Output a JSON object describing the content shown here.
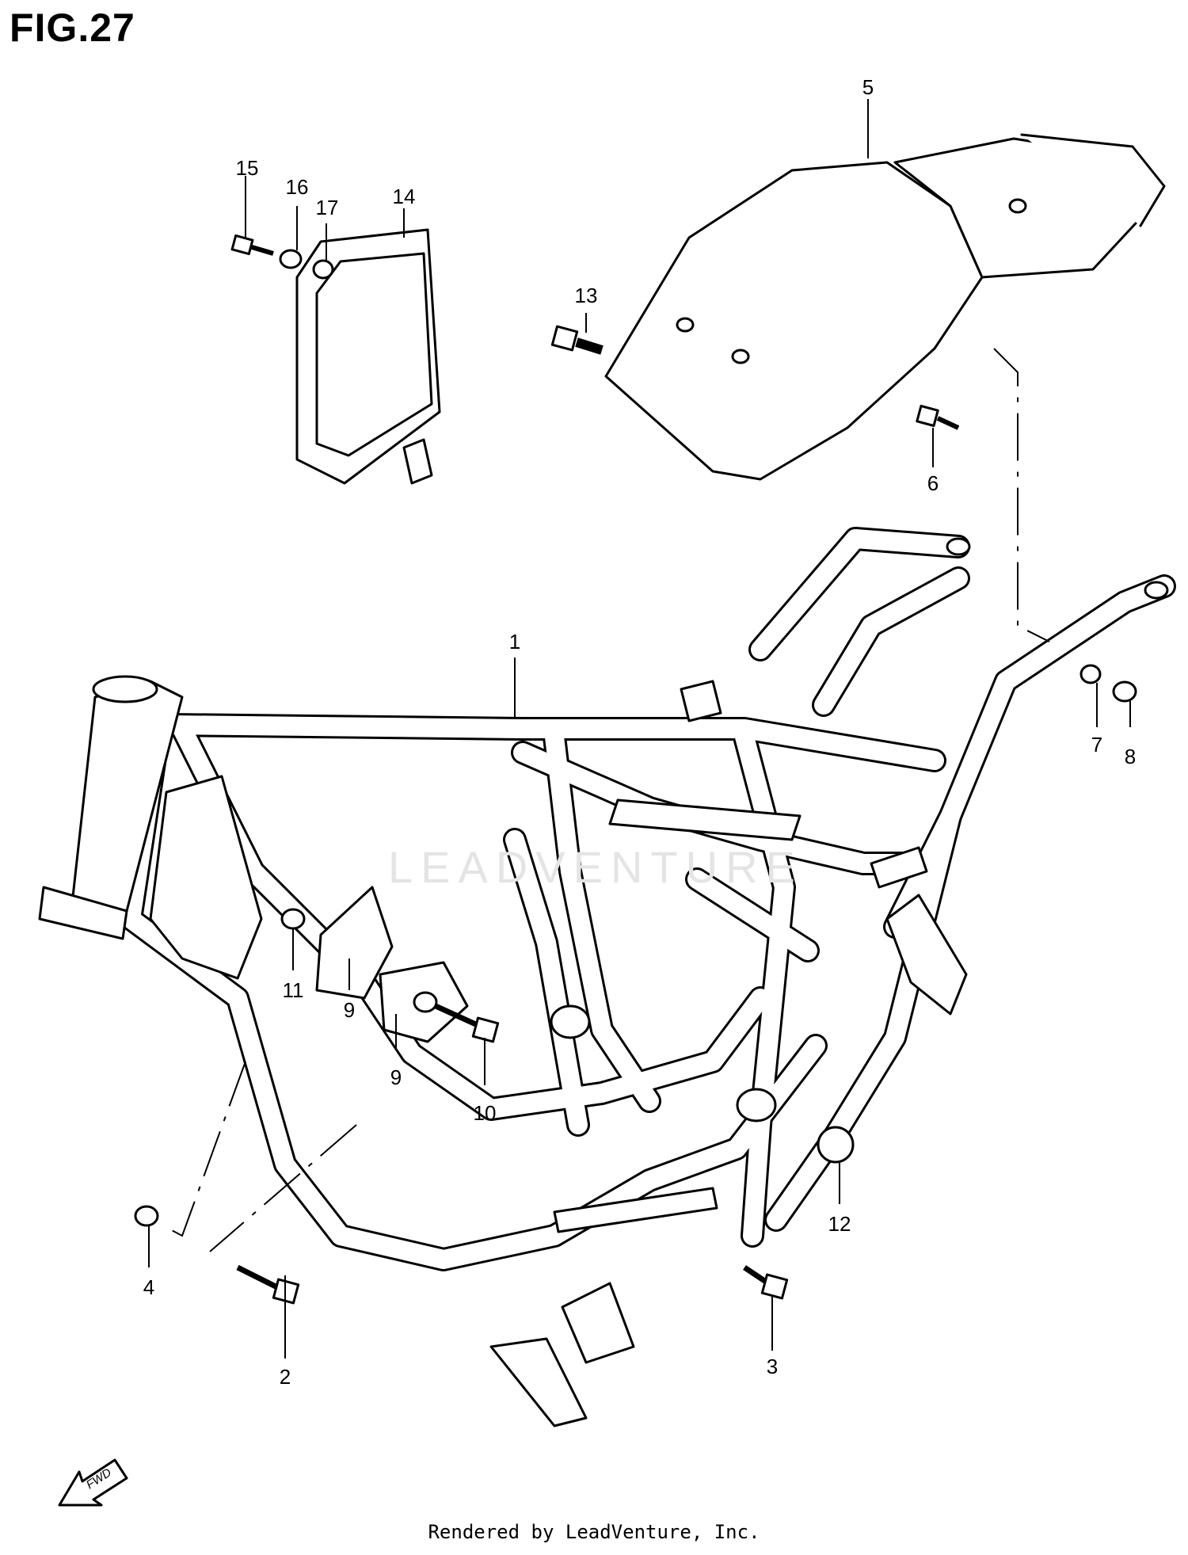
{
  "figure": {
    "title": "FIG.27"
  },
  "callouts": [
    {
      "id": "c1",
      "text": "1"
    },
    {
      "id": "c2",
      "text": "2"
    },
    {
      "id": "c3",
      "text": "3"
    },
    {
      "id": "c4",
      "text": "4"
    },
    {
      "id": "c5",
      "text": "5"
    },
    {
      "id": "c6",
      "text": "6"
    },
    {
      "id": "c7",
      "text": "7"
    },
    {
      "id": "c8",
      "text": "8"
    },
    {
      "id": "c9a",
      "text": "9"
    },
    {
      "id": "c9b",
      "text": "9"
    },
    {
      "id": "c10",
      "text": "10"
    },
    {
      "id": "c11",
      "text": "11"
    },
    {
      "id": "c12",
      "text": "12"
    },
    {
      "id": "c13",
      "text": "13"
    },
    {
      "id": "c14",
      "text": "14"
    },
    {
      "id": "c15",
      "text": "15"
    },
    {
      "id": "c16",
      "text": "16"
    },
    {
      "id": "c17",
      "text": "17"
    }
  ],
  "direction_badge": {
    "text": "FWD"
  },
  "watermark": {
    "text": "LEADVENTURE"
  },
  "footer": {
    "text": "Rendered by LeadVenture, Inc."
  }
}
